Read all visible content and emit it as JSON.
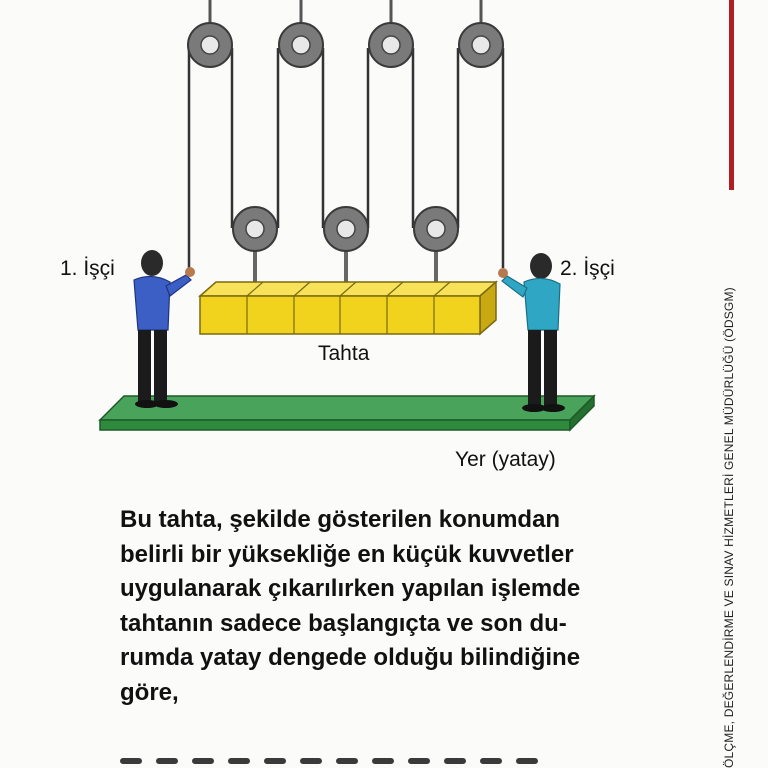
{
  "figure": {
    "worker1_label": "1. İşçi",
    "worker2_label": "2. İşçi",
    "board_label": "Tahta",
    "ground_label": "Yer (yatay)"
  },
  "question": {
    "lines": [
      "Bu tahta, şekilde gösterilen konumdan",
      "belirli bir yüksekliğe en küçük kuvvetler",
      "uygulanarak çıkarılırken yapılan işlemde",
      "tahtanın sadece başlangıçta ve son du-",
      "rumda yatay dengede olduğu bilindiğine",
      "göre,"
    ]
  },
  "side_label": "ÖLÇME, DEĞERLENDİRME VE SINAV HİZMETLERİ GENEL MÜDÜRLÜĞÜ (ÖDSGM)",
  "colors": {
    "board": "#f1d21c",
    "ground": "#2e8a3c",
    "shirt1": "#3b5fc4",
    "shirt2": "#2fa7c4",
    "accent_bar": "#b01e23"
  }
}
